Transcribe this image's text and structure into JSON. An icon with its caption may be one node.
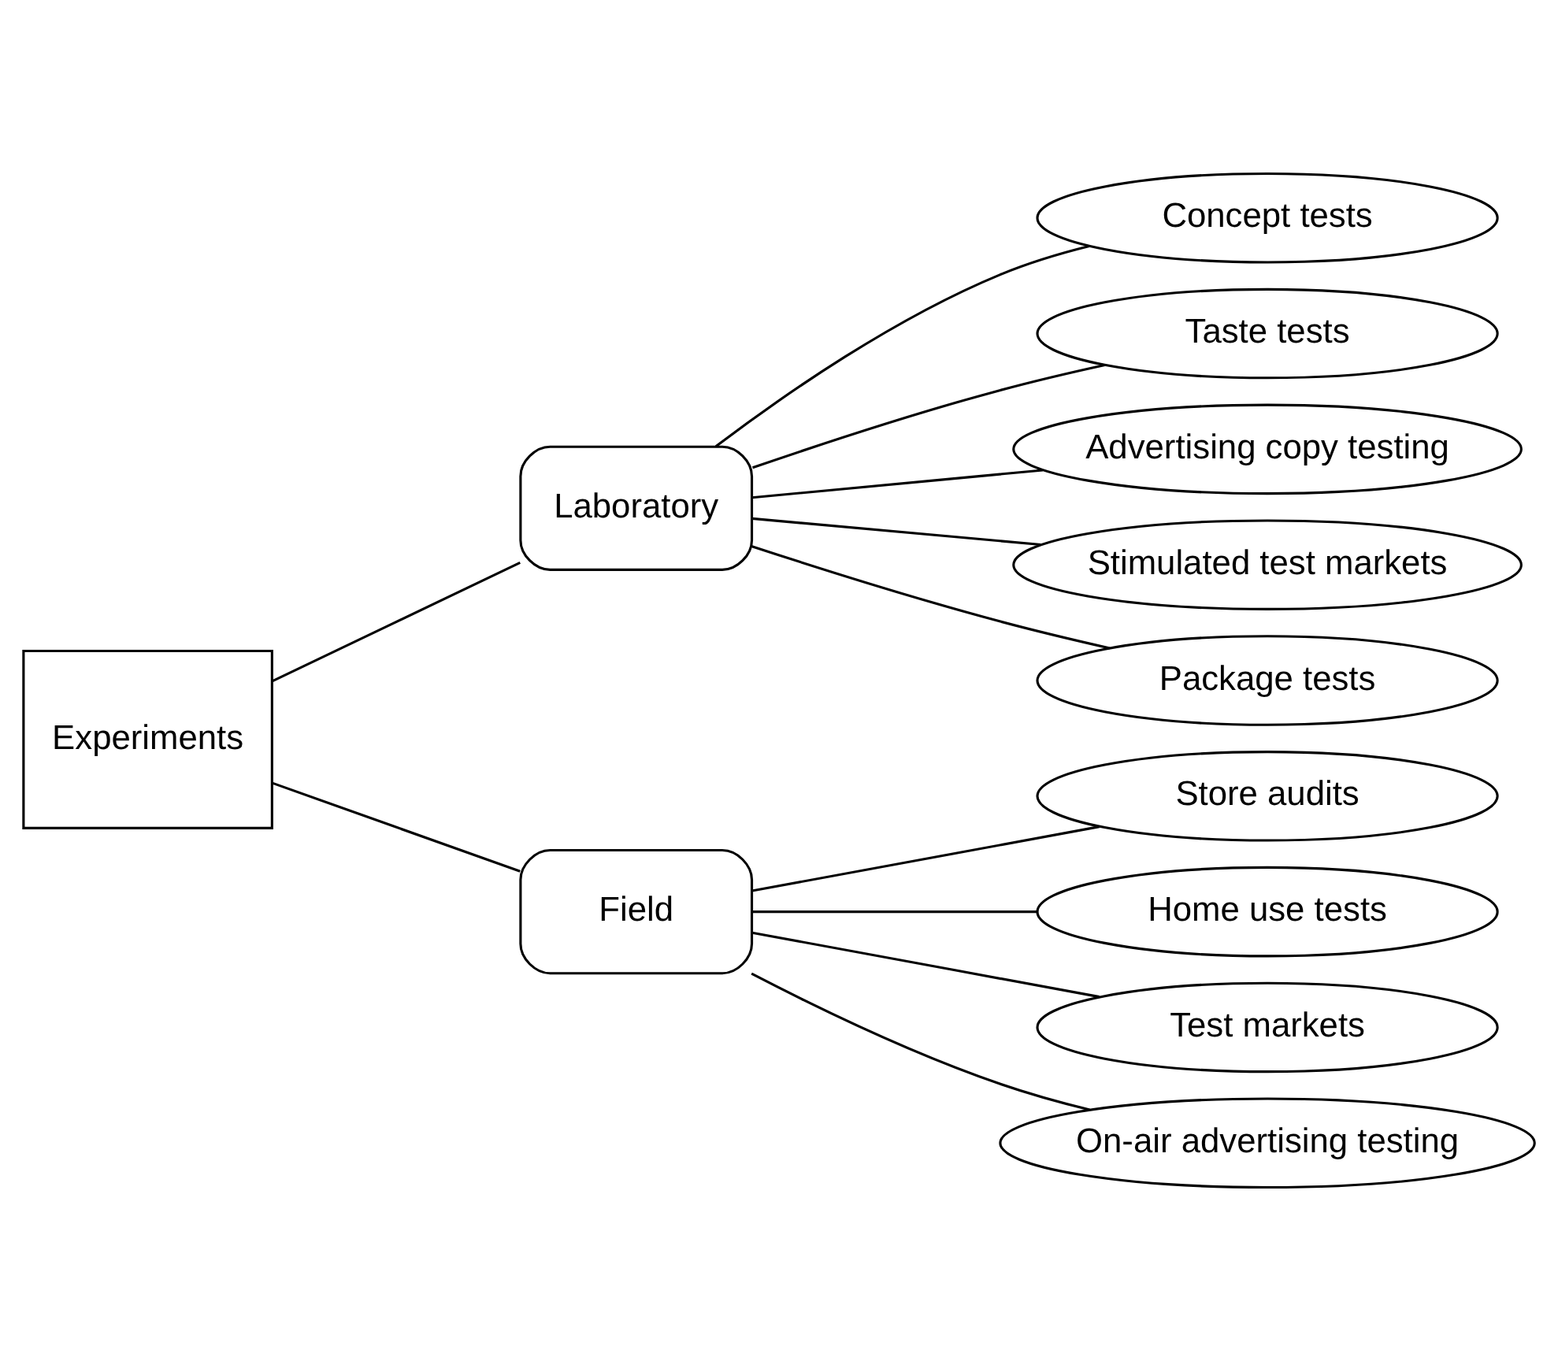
{
  "diagram": {
    "nodes": [
      {
        "text": [
          "Experiments"
        ]
      },
      {
        "text": [
          "Laboratory"
        ]
      },
      {
        "text": [
          "Field"
        ]
      },
      {
        "text": [
          "Concept tests"
        ]
      },
      {
        "text": [
          "Taste tests"
        ]
      },
      {
        "text": [
          "Advertising copy testing"
        ]
      },
      {
        "text": [
          "Stimulated test markets"
        ]
      },
      {
        "text": [
          "Package tests"
        ]
      },
      {
        "text": [
          "Store audits"
        ]
      },
      {
        "text": [
          "Home use tests"
        ]
      },
      {
        "text": [
          "Test markets"
        ]
      },
      {
        "text": [
          "On-air advertising testing"
        ]
      }
    ],
    "edges": [
      {
        "from": 0,
        "to": 1,
        "arrow": "none"
      },
      {
        "from": 0,
        "to": 2,
        "arrow": "none"
      },
      {
        "from": 1,
        "to": 3,
        "arrow": "none"
      },
      {
        "from": 1,
        "to": 4,
        "arrow": "none"
      },
      {
        "from": 1,
        "to": 5,
        "arrow": "none"
      },
      {
        "from": 1,
        "to": 6,
        "arrow": "none"
      },
      {
        "from": 1,
        "to": 7,
        "arrow": "none"
      },
      {
        "from": 2,
        "to": 8,
        "arrow": "none"
      },
      {
        "from": 2,
        "to": 9,
        "arrow": "none"
      },
      {
        "from": 2,
        "to": 10,
        "arrow": "none"
      },
      {
        "from": 2,
        "to": 11,
        "arrow": "none"
      }
    ]
  }
}
